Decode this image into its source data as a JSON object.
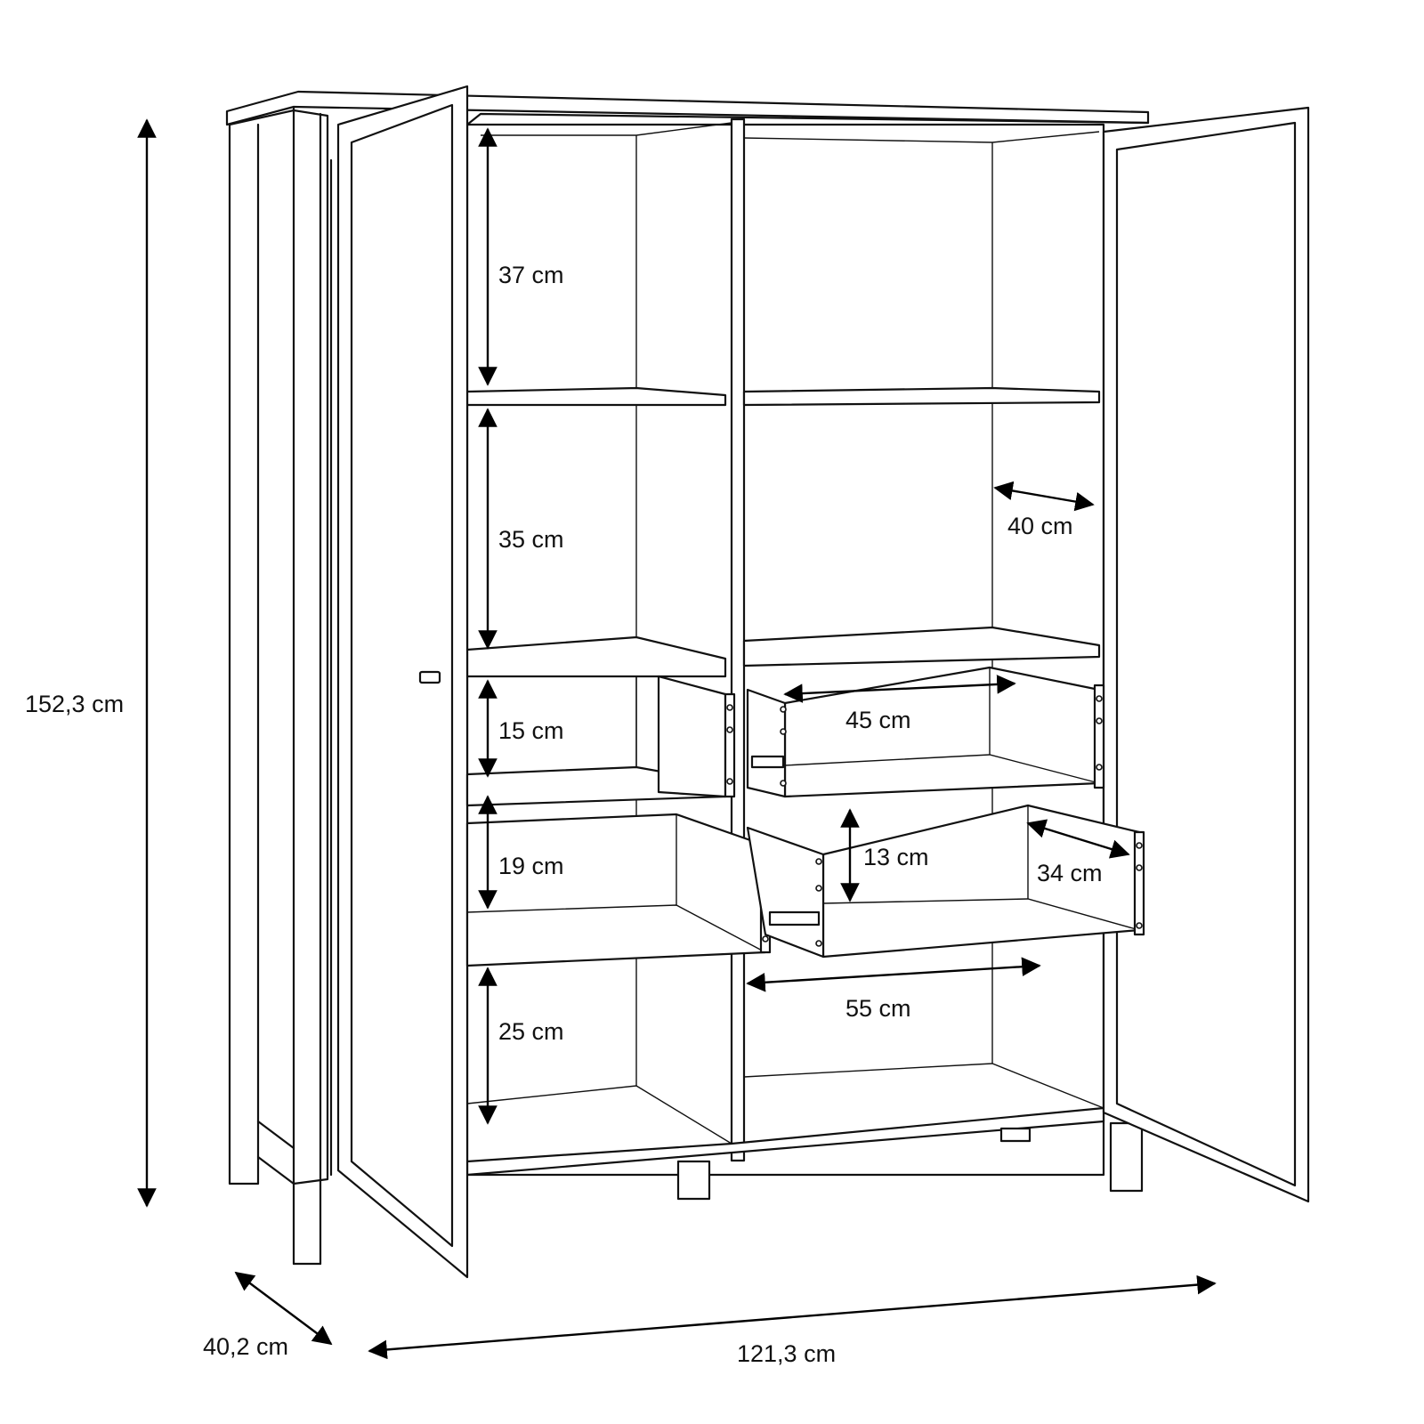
{
  "dimensions": {
    "height_total": "152,3 cm",
    "depth_total": "40,2 cm",
    "width_total": "121,3 cm",
    "shelf_top": "37 cm",
    "shelf_middle": "35 cm",
    "drawer_top_left": "15 cm",
    "drawer_bottom_left": "19 cm",
    "compartment_bottom_left": "25 cm",
    "shelf_depth": "40 cm",
    "drawer_width": "45 cm",
    "drawer_height": "13 cm",
    "drawer_depth": "34 cm",
    "compartment_width": "55 cm"
  }
}
